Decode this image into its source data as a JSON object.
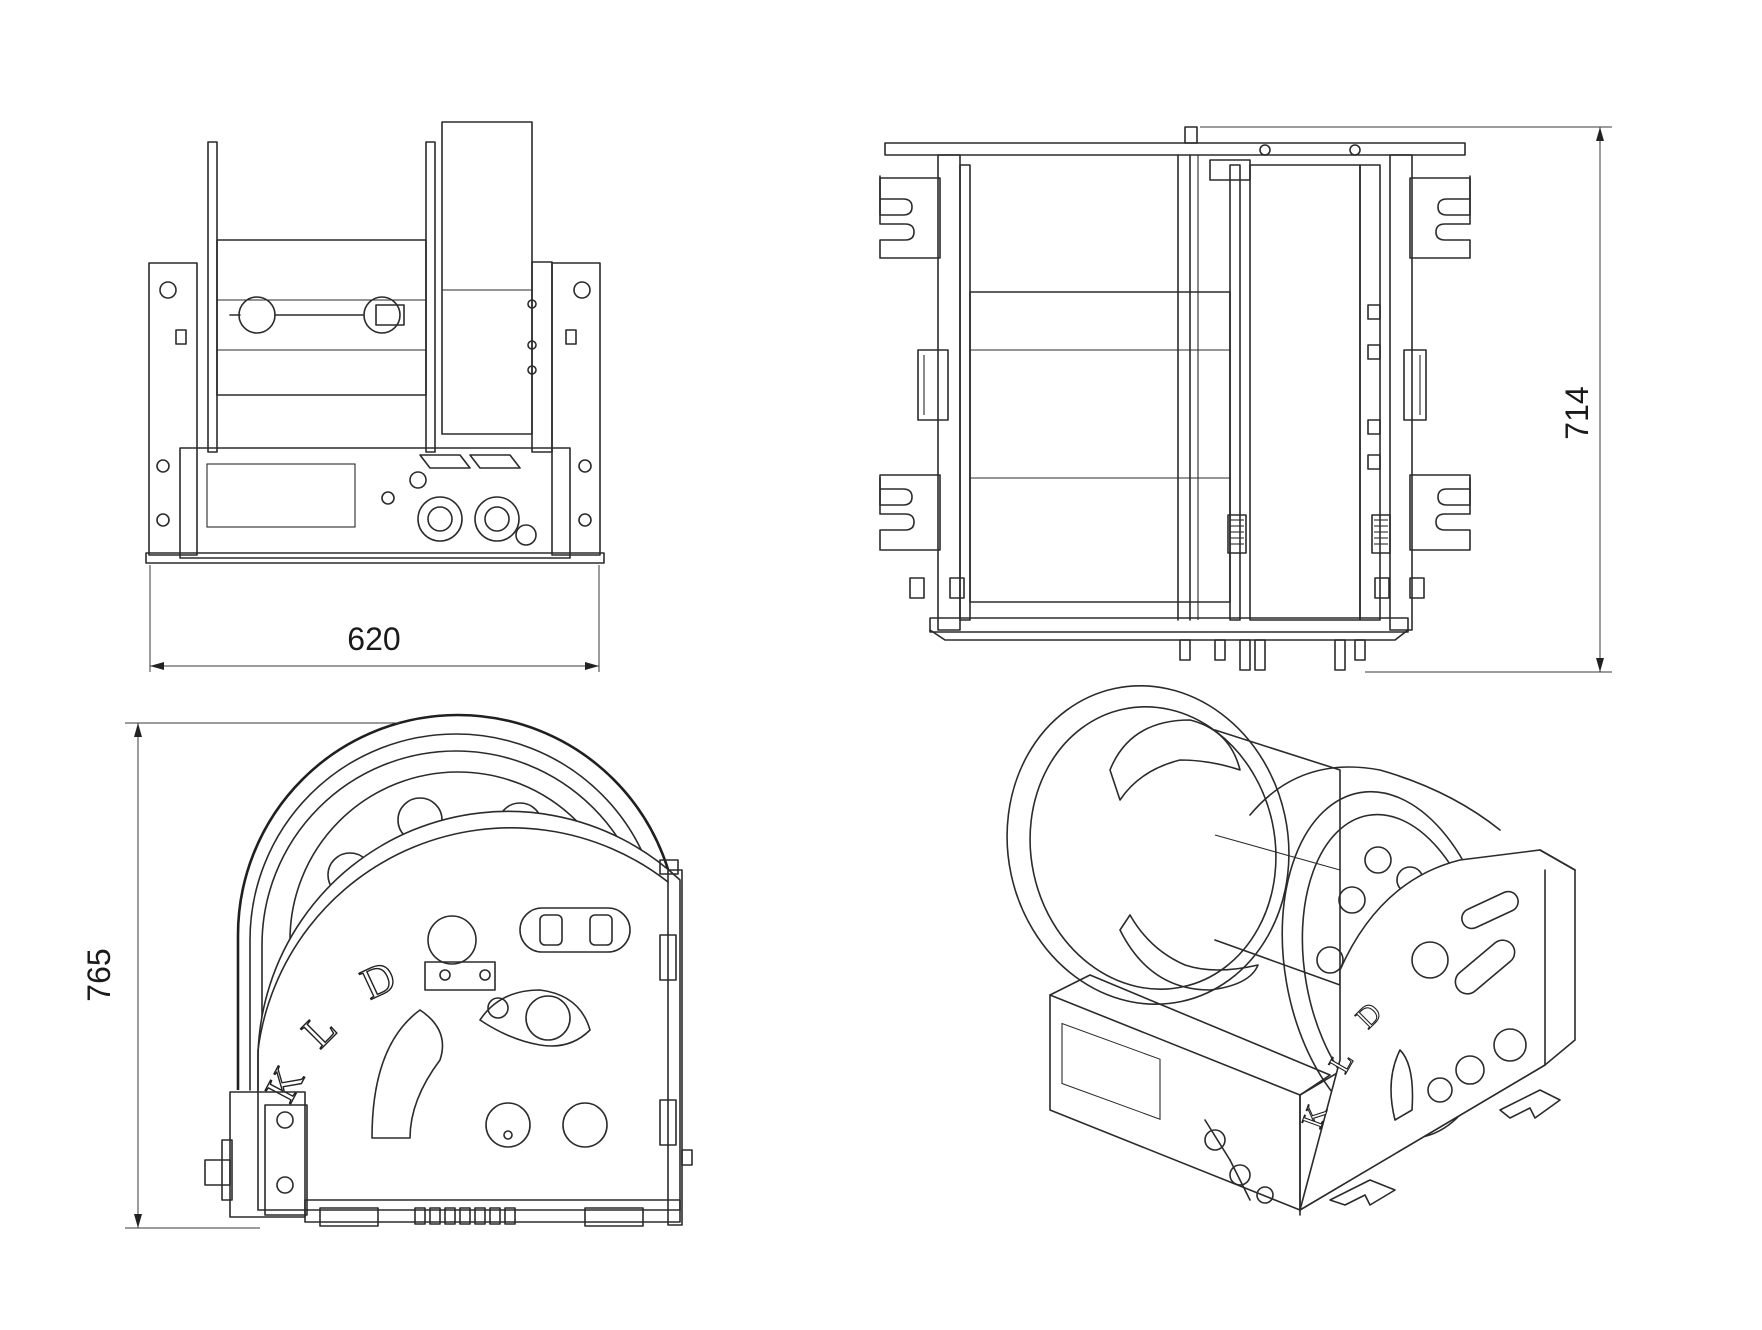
{
  "dimensions": {
    "width": "620",
    "depth": "714",
    "height": "765"
  },
  "logo": {
    "text": "KLD"
  }
}
